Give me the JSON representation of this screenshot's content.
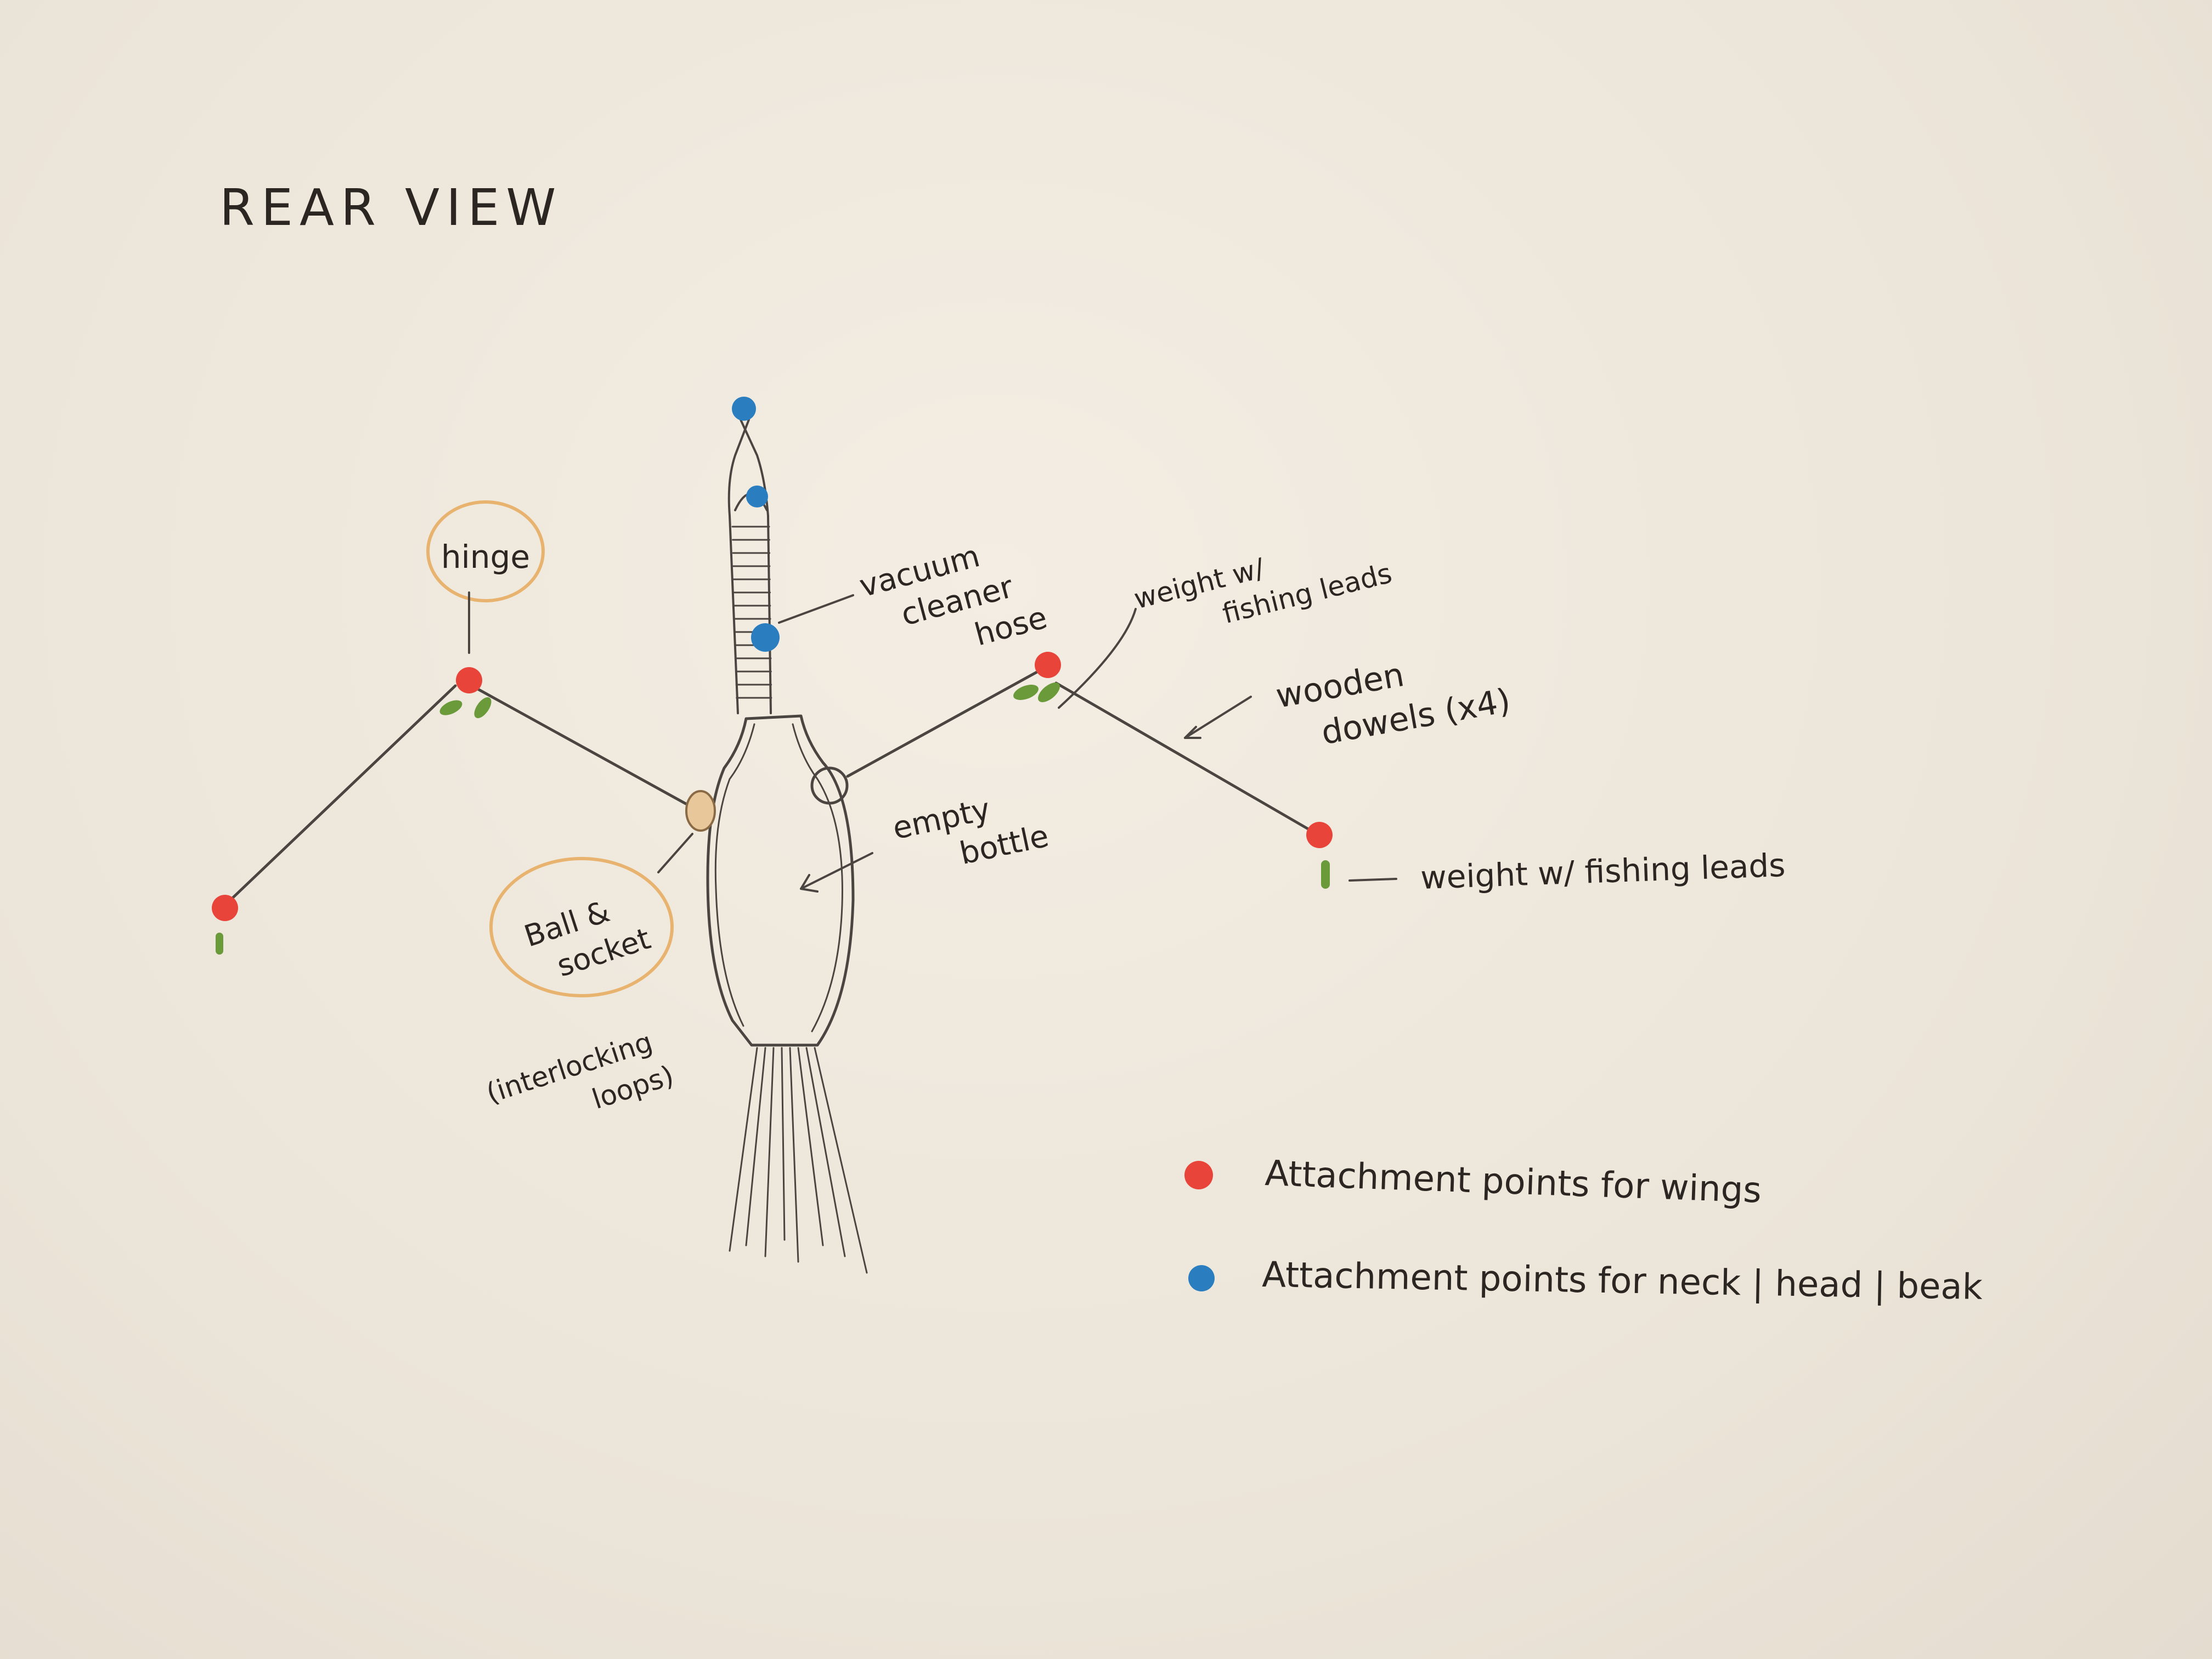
{
  "title": "REAR VIEW",
  "labels": {
    "hinge": "hinge",
    "vacuum": [
      "vacuum",
      "cleaner",
      "hose"
    ],
    "weight_top": [
      "weight w/",
      "fishing leads"
    ],
    "dowels": [
      "wooden",
      "dowels (x4)"
    ],
    "bottle": [
      "empty",
      "bottle"
    ],
    "weight_right": "weight w/ fishing leads",
    "ball_socket": [
      "Ball &",
      "socket"
    ],
    "interlocking": [
      "(interlocking",
      "loops)"
    ]
  },
  "legend": [
    {
      "color": "#e8443a",
      "text": "Attachment points for wings"
    },
    {
      "color": "#2a7ec0",
      "text": "Attachment points for neck | head | beak"
    }
  ],
  "colors": {
    "wing_point": "#e8443a",
    "neck_point": "#2a7ec0",
    "weight": "#6b9a3a",
    "joint_ring": "#e8b36e"
  }
}
